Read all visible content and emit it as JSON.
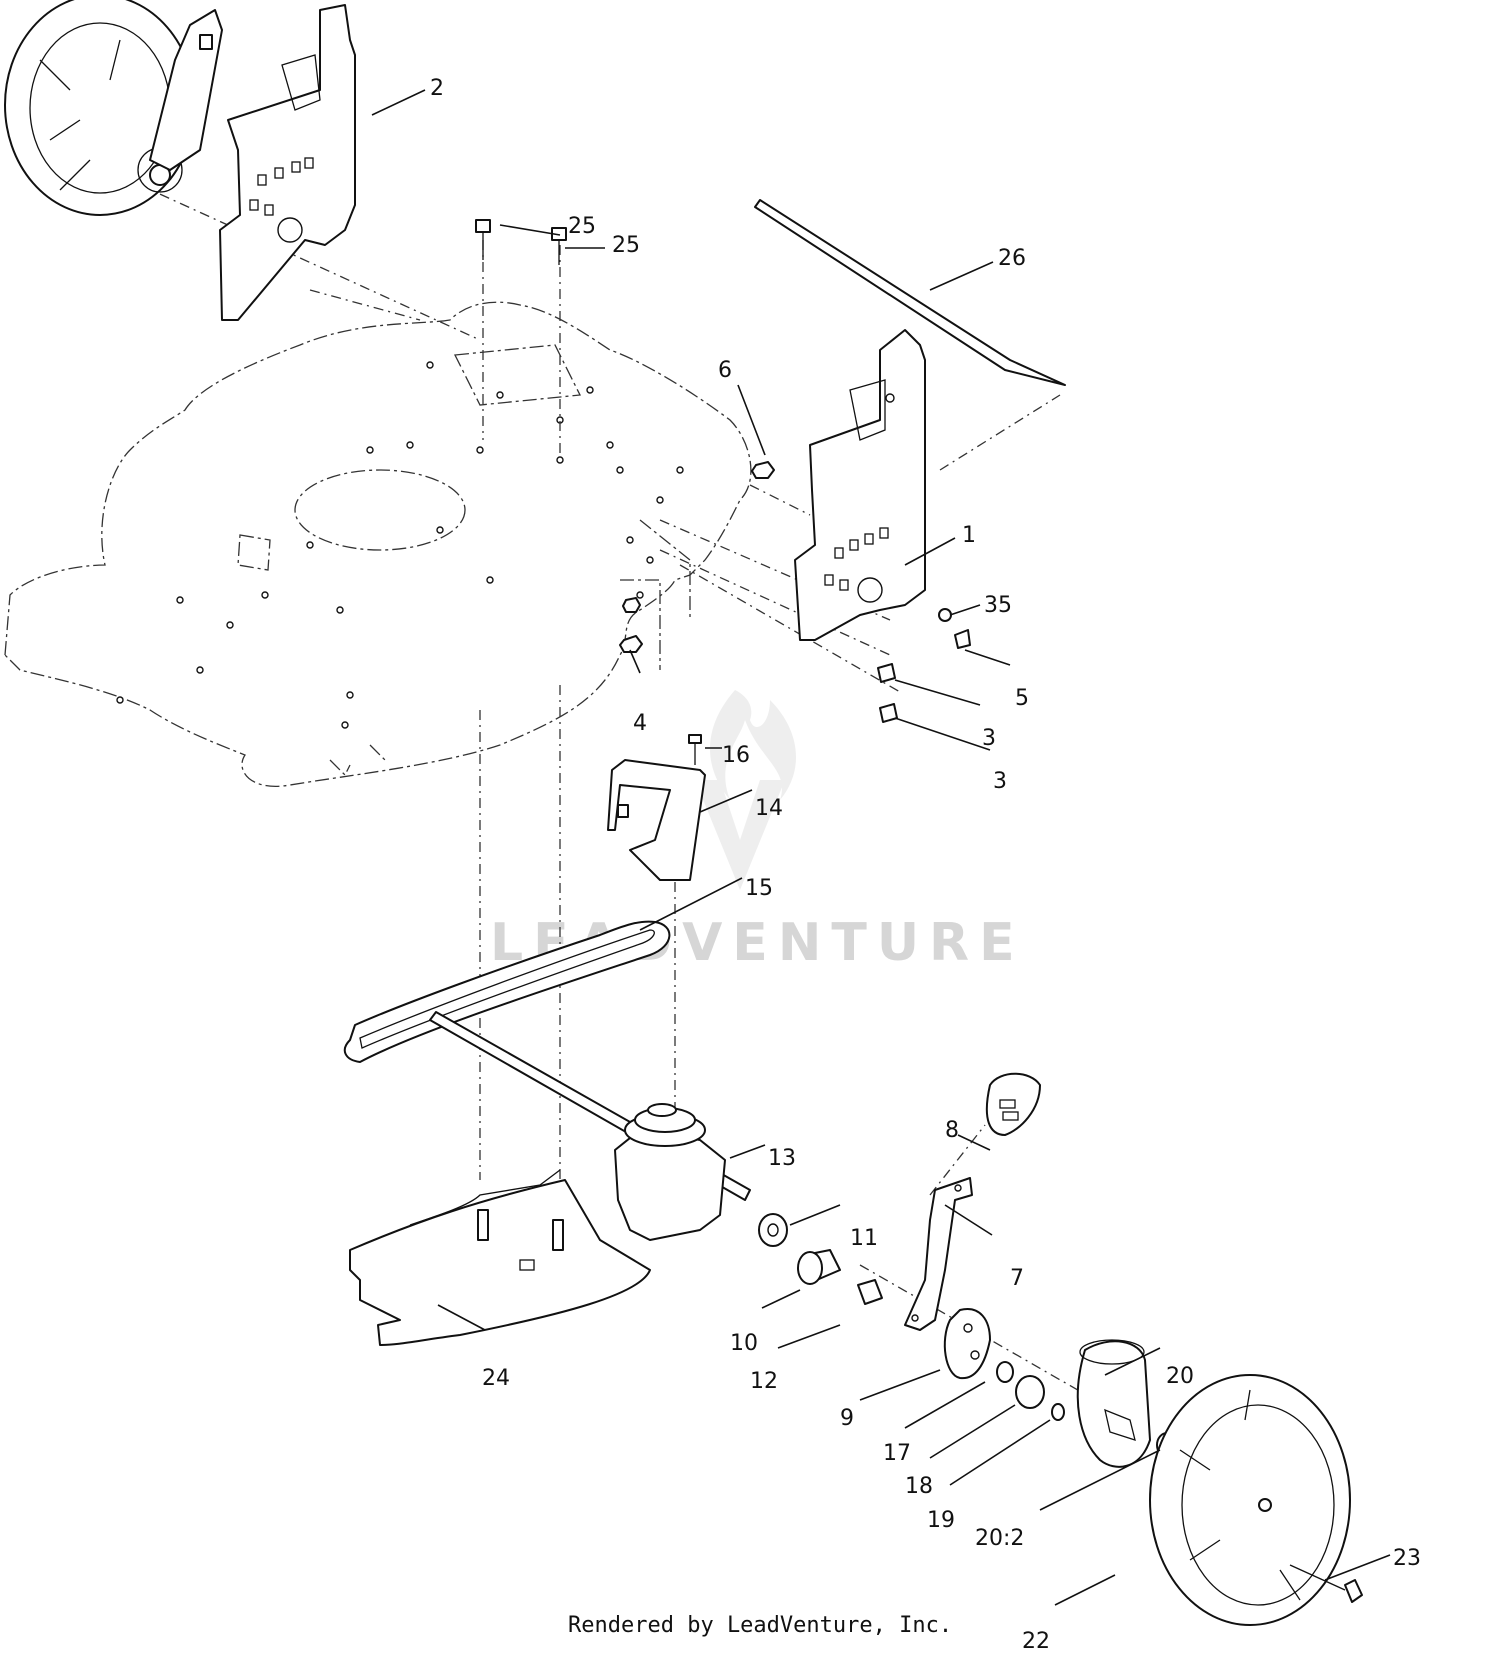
{
  "watermark": "LEADVENTURE",
  "footer": "Rendered by LeadVenture, Inc.",
  "callouts": {
    "c1": "1",
    "c2": "2",
    "c3a": "3",
    "c3b": "3",
    "c4": "4",
    "c5": "5",
    "c6": "6",
    "c7": "7",
    "c8": "8",
    "c9": "9",
    "c10": "10",
    "c11": "11",
    "c12": "12",
    "c13": "13",
    "c14": "14",
    "c15": "15",
    "c16": "16",
    "c17": "17",
    "c18": "18",
    "c19": "19",
    "c20": "20",
    "c20_2": "20:2",
    "c22": "22",
    "c23": "23",
    "c24": "24",
    "c25a": "25",
    "c25b": "25",
    "c26": "26",
    "c35": "35"
  }
}
